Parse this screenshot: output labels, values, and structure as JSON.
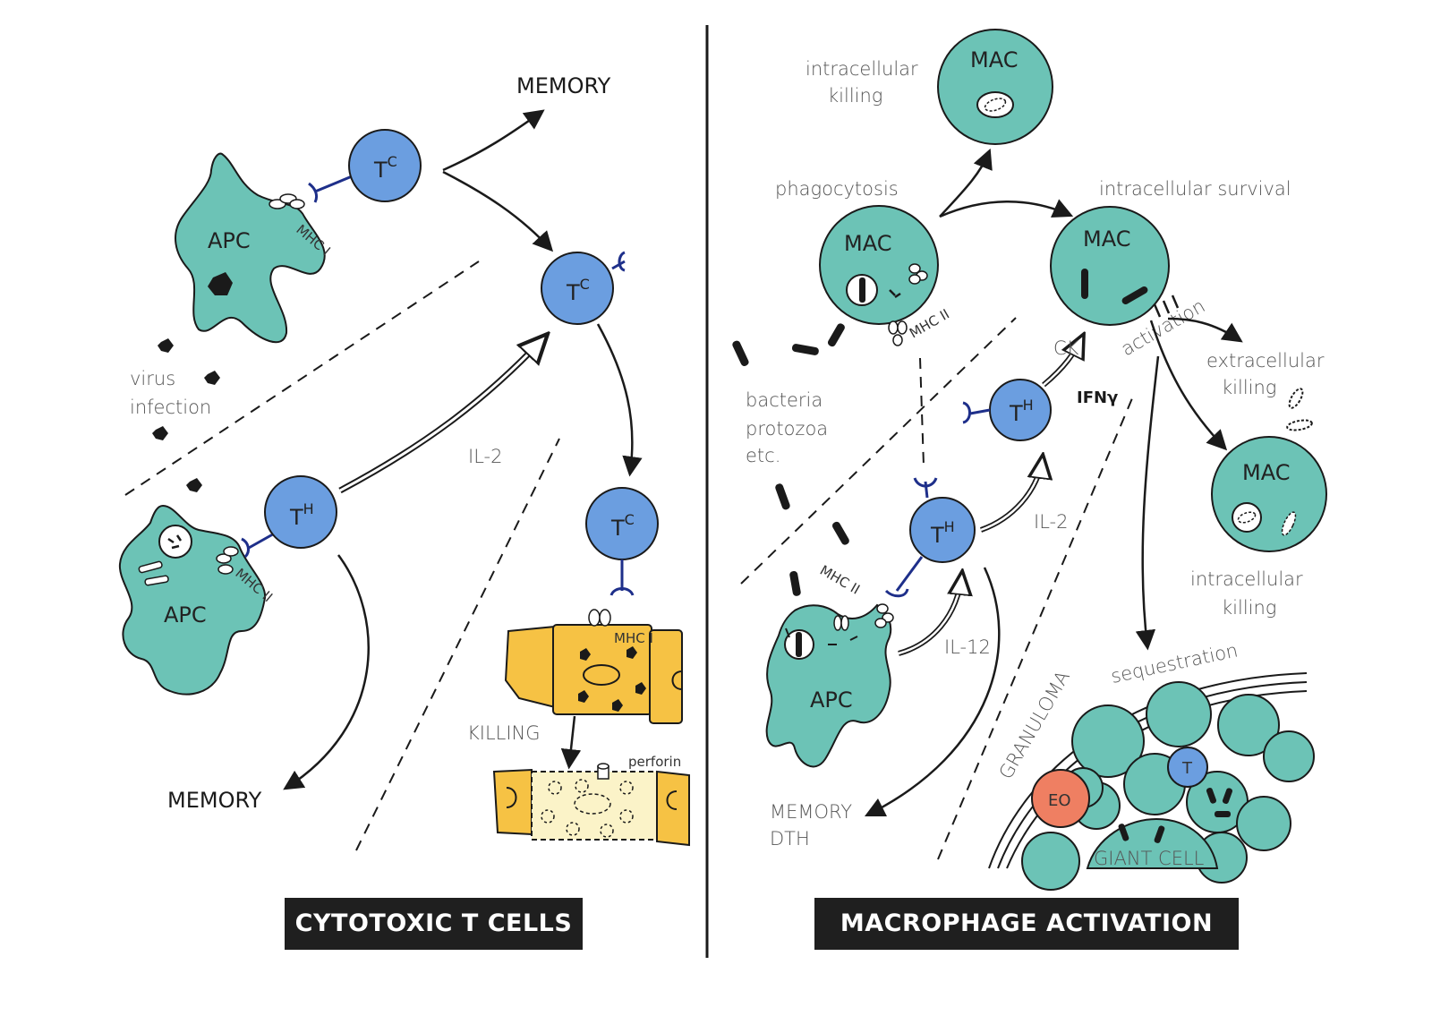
{
  "left": {
    "title": "CYTOTOXIC T CELLS",
    "labels": {
      "memory_top": "MEMORY",
      "memory_bottom": "MEMORY",
      "apc_1": "APC",
      "apc_2": "APC",
      "mhc_i_1": "MHC I",
      "mhc_ii": "MHC II",
      "mhc_i_2": "MHC I",
      "virus_1": "virus",
      "virus_2": "infection",
      "il2": "IL-2",
      "killing": "KILLING",
      "perforin": "perforin",
      "tc_main": "T",
      "tc_sup": "C",
      "th_main": "T",
      "th_sup": "H"
    }
  },
  "right": {
    "title": "MACROPHAGE ACTIVATION",
    "labels": {
      "ic_killing_top_1": "intracellular",
      "ic_killing_top_2": "killing",
      "mac": "MAC",
      "phagocytosis": "phagocytosis",
      "ic_survival": "intracellular survival",
      "mhc_ii_1": "MHC II",
      "mhc_ii_2": "MHC II",
      "ck": "CK",
      "activation": "activation",
      "ifn": "IFNγ",
      "extracellular_1": "extracellular",
      "extracellular_2": "killing",
      "bacteria_1": "bacteria",
      "bacteria_2": "protozoa",
      "bacteria_3": "etc.",
      "il2": "IL-2",
      "il12": "IL-12",
      "ic_killing_bottom_1": "intracellular",
      "ic_killing_bottom_2": "killing",
      "sequestration": "sequestration",
      "granuloma": "GRANULOMA",
      "apc": "APC",
      "memory": "MEMORY",
      "dth": "DTH",
      "eo": "EO",
      "t": "T",
      "giant_cell": "GIANT CELL"
    }
  },
  "colors": {
    "teal": "#6cc3b6",
    "blue": "#6b9ee0",
    "yellow": "#f6c244",
    "pale_yellow": "#fbf3c8",
    "salmon": "#ef7f62",
    "receptor": "#1e2f8a",
    "title_bg": "#1f1f1f"
  }
}
